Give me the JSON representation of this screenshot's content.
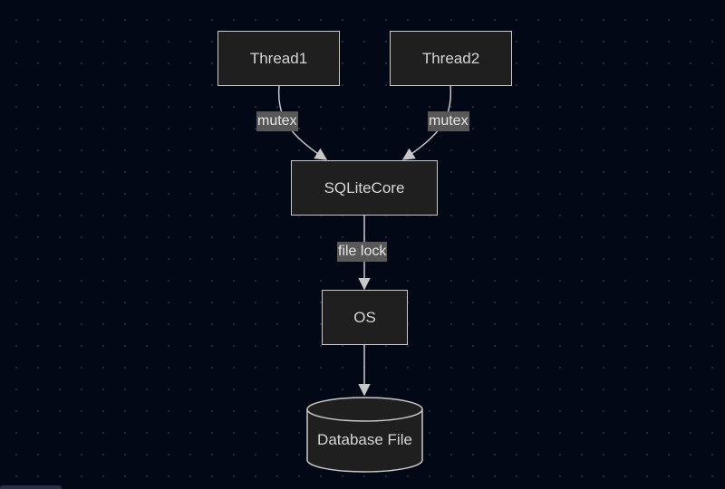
{
  "diagram": {
    "nodes": {
      "thread1": "Thread1",
      "thread2": "Thread2",
      "core": "SQLiteCore",
      "os": "OS",
      "db": "Database File"
    },
    "edges": {
      "thread1_to_core": "mutex",
      "thread2_to_core": "mutex",
      "core_to_os": "file lock"
    }
  },
  "colors": {
    "background": "#020816",
    "node_fill": "#1f1f1f",
    "node_stroke": "#c8c8c8",
    "edge_label_bg": "#585858",
    "text": "#d6d6d6"
  }
}
